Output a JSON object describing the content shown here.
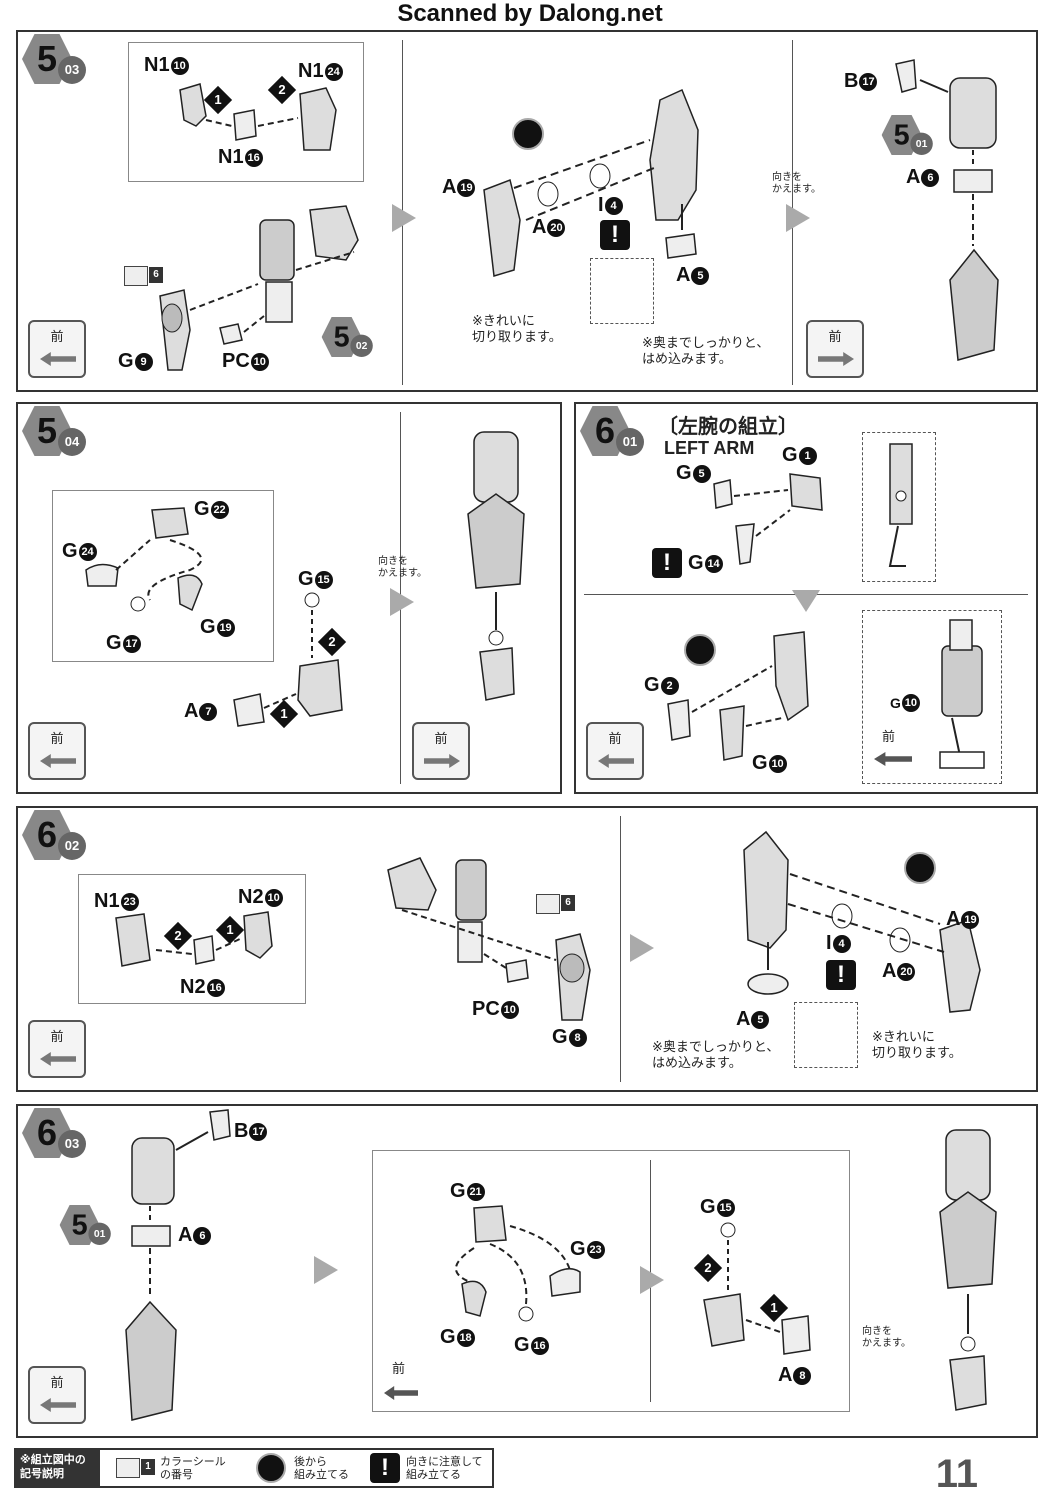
{
  "credit": "Scanned by Dalong.net",
  "page_number": "11",
  "common": {
    "front": "前",
    "change_direction": [
      "向きを",
      "かえます。"
    ],
    "cut_clean": [
      "※きれいに",
      "切り取ります。"
    ],
    "press_fit": [
      "※奥までしっかりと、",
      "はめ込みます。"
    ]
  },
  "section_6": {
    "title": "〔左腕の組立〕",
    "subtitle": "LEFT ARM"
  },
  "steps": {
    "s5_03": {
      "num": "5",
      "sub": "03"
    },
    "s5_04": {
      "num": "5",
      "sub": "04"
    },
    "s6_01": {
      "num": "6",
      "sub": "01"
    },
    "s6_02": {
      "num": "6",
      "sub": "02"
    },
    "s6_03": {
      "num": "6",
      "sub": "03"
    }
  },
  "refs": {
    "r5_02": {
      "num": "5",
      "sub": "02"
    },
    "r5_01a": {
      "num": "5",
      "sub": "01"
    },
    "r5_01b": {
      "num": "5",
      "sub": "01"
    }
  },
  "seals": {
    "s1": "6",
    "s2": "6"
  },
  "orders": {
    "one": "1",
    "two": "2"
  },
  "parts": {
    "p1": {
      "l": "N1",
      "n": "10"
    },
    "p2": {
      "l": "N1",
      "n": "24"
    },
    "p3": {
      "l": "N1",
      "n": "16"
    },
    "p4": {
      "l": "G",
      "n": "9"
    },
    "p5": {
      "l": "PC",
      "n": "10"
    },
    "p6": {
      "l": "A",
      "n": "19"
    },
    "p7": {
      "l": "A",
      "n": "20"
    },
    "p8": {
      "l": "I",
      "n": "4"
    },
    "p9": {
      "l": "A",
      "n": "5"
    },
    "p10": {
      "l": "B",
      "n": "17"
    },
    "p11": {
      "l": "A",
      "n": "6"
    },
    "p12": {
      "l": "G",
      "n": "22"
    },
    "p13": {
      "l": "G",
      "n": "24"
    },
    "p14": {
      "l": "G",
      "n": "17"
    },
    "p15": {
      "l": "G",
      "n": "19"
    },
    "p16": {
      "l": "G",
      "n": "15"
    },
    "p17": {
      "l": "A",
      "n": "7"
    },
    "p18": {
      "l": "G",
      "n": "5"
    },
    "p19": {
      "l": "G",
      "n": "1"
    },
    "p20": {
      "l": "G",
      "n": "14"
    },
    "p21": {
      "l": "G",
      "n": "2"
    },
    "p22": {
      "l": "G",
      "n": "10"
    },
    "p23": {
      "l": "G",
      "n": "10"
    },
    "p24": {
      "l": "N1",
      "n": "23"
    },
    "p25": {
      "l": "N2",
      "n": "10"
    },
    "p26": {
      "l": "N2",
      "n": "16"
    },
    "p27": {
      "l": "PC",
      "n": "10"
    },
    "p28": {
      "l": "G",
      "n": "8"
    },
    "p29": {
      "l": "A",
      "n": "19"
    },
    "p30": {
      "l": "I",
      "n": "4"
    },
    "p31": {
      "l": "A",
      "n": "20"
    },
    "p32": {
      "l": "A",
      "n": "5"
    },
    "p33": {
      "l": "B",
      "n": "17"
    },
    "p34": {
      "l": "A",
      "n": "6"
    },
    "p35": {
      "l": "G",
      "n": "21"
    },
    "p36": {
      "l": "G",
      "n": "23"
    },
    "p37": {
      "l": "G",
      "n": "18"
    },
    "p38": {
      "l": "G",
      "n": "16"
    },
    "p39": {
      "l": "G",
      "n": "15"
    },
    "p40": {
      "l": "A",
      "n": "8"
    }
  },
  "legend": {
    "title": [
      "※組立図中の",
      "記号説明"
    ],
    "items": [
      {
        "num": "1",
        "text": [
          "カラーシール",
          "の番号"
        ]
      },
      {
        "text": [
          "後から",
          "組み立てる"
        ]
      },
      {
        "text": [
          "向きに注意して",
          "組み立てる"
        ]
      }
    ]
  }
}
